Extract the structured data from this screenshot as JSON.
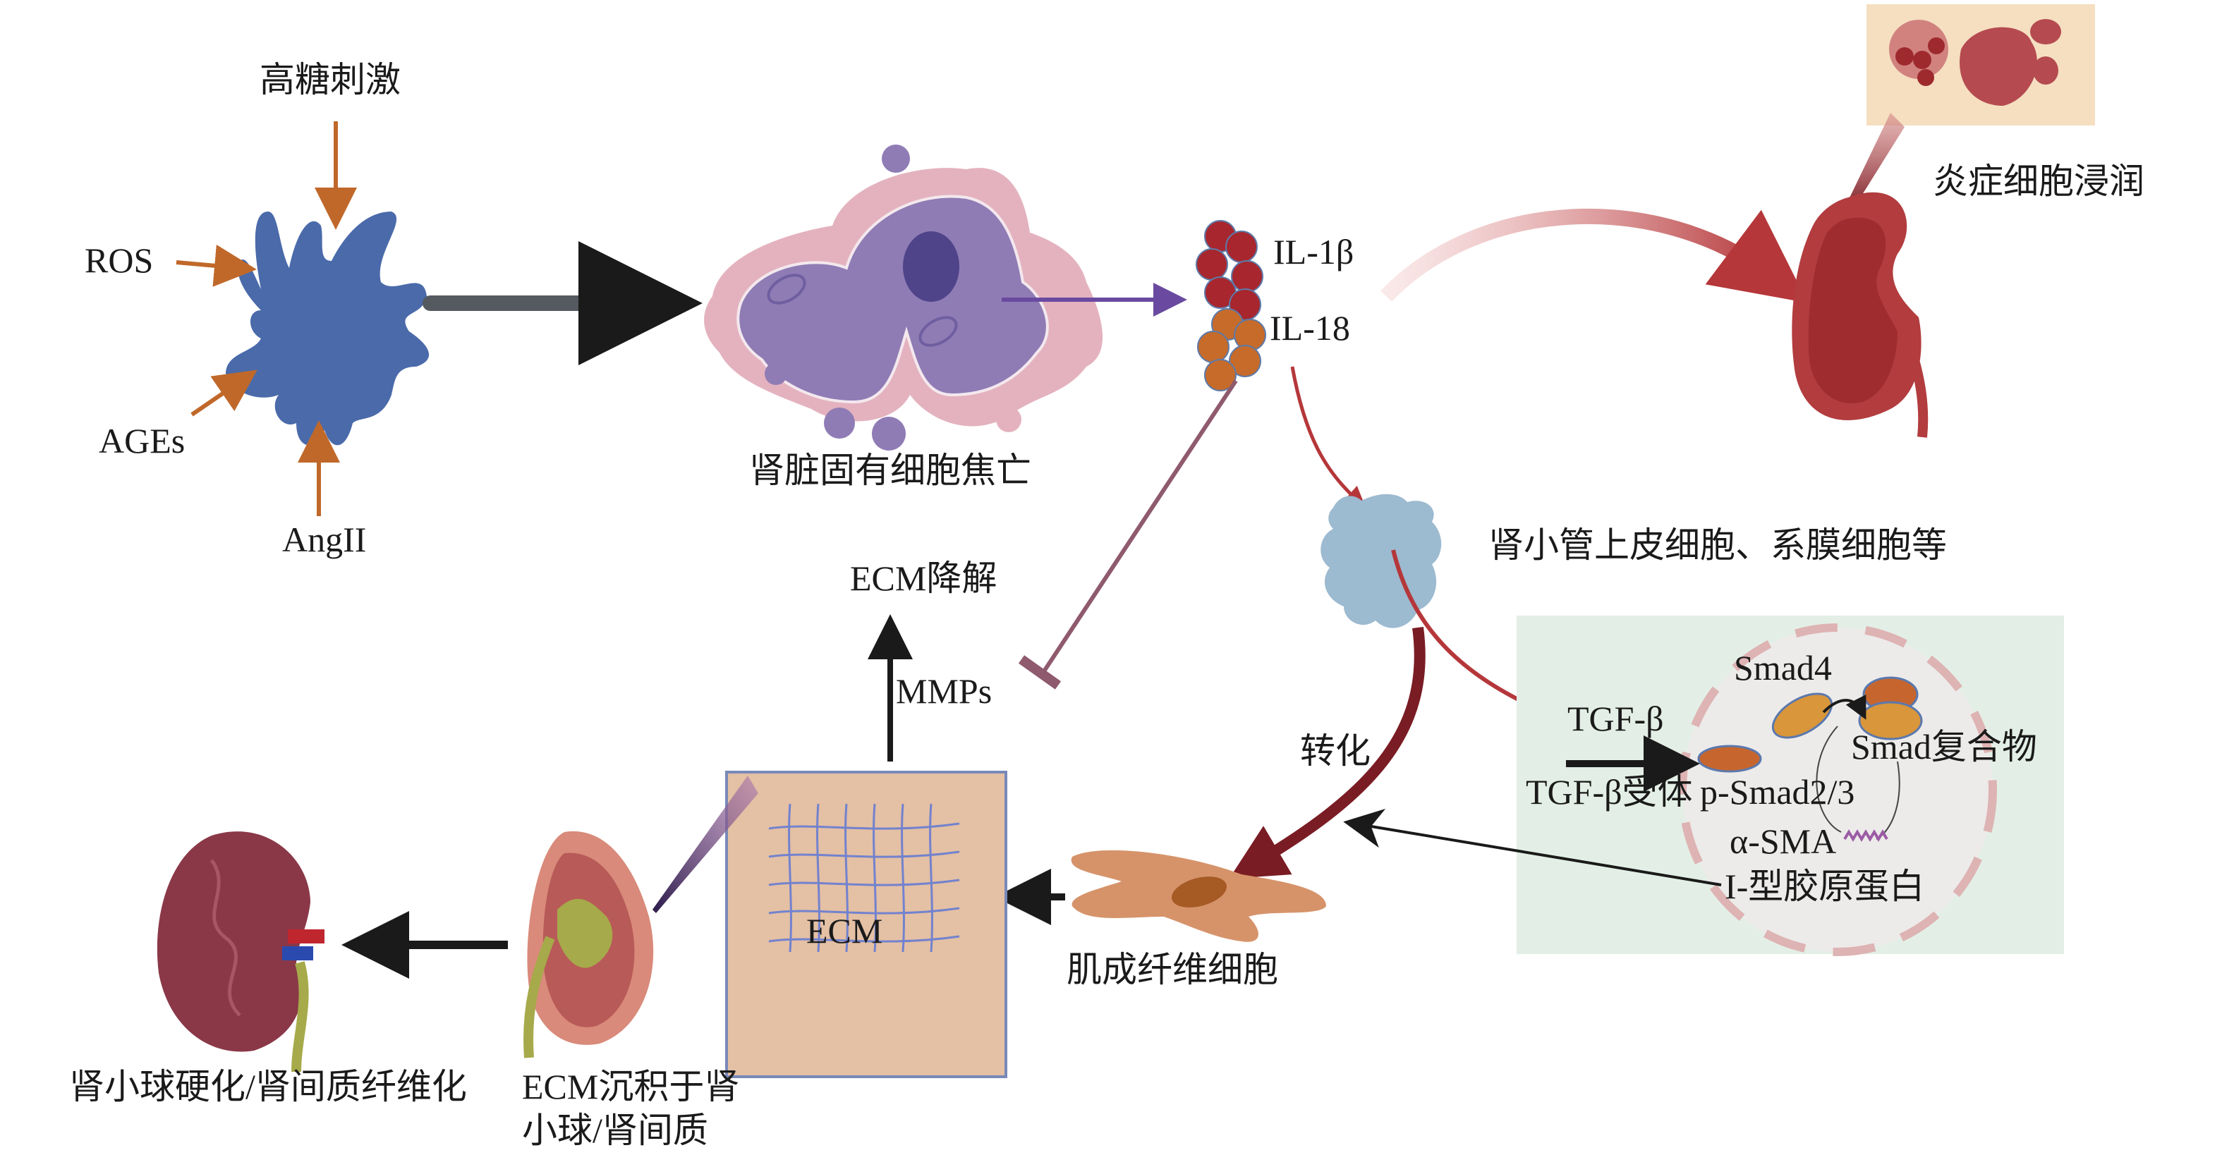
{
  "stimuli": {
    "high_glucose": "高糖刺激",
    "ros": "ROS",
    "ages": "AGEs",
    "angii": "AngII"
  },
  "pyroptosis": {
    "label": "肾脏固有细胞焦亡"
  },
  "cytokines": {
    "il1b": "IL-1β",
    "il18": "IL-18"
  },
  "inflammation": {
    "label": "炎症细胞浸润"
  },
  "target_cells": {
    "label": "肾小管上皮细胞、系膜细胞等"
  },
  "tgf_panel": {
    "tgf_beta": "TGF-β",
    "receptor": "TGF-β受体",
    "p_smad23": "p-Smad2/3",
    "smad4": "Smad4",
    "smad_complex": "Smad复合物",
    "alpha_sma": "α-SMA",
    "collagen_i": "I-型胶原蛋白"
  },
  "transformation": {
    "label": "转化"
  },
  "myofibroblast": {
    "label": "肌成纤维细胞"
  },
  "ecm": {
    "box_label": "ECM",
    "mmps": "MMPs",
    "degradation": "ECM降解"
  },
  "outcomes": {
    "deposition_line1": "ECM沉积于肾",
    "deposition_line2": "小球/肾间质",
    "fibrosis": "肾小球硬化/肾间质纤维化"
  },
  "colors": {
    "stimulus_arrow": "#c0682a",
    "stimulus_cell": "#4a6aaa",
    "pyroptosis_cell": "#8f7cb5",
    "pyroptosis_halo": "#e4b2bf",
    "il1b": "#a8262e",
    "il18": "#c66b2a",
    "inflammation_arrow": "#b5373a",
    "inhibit_line": "#8f5a6e",
    "target_cell": "#9cbad0",
    "tgf_panel_bg": "#e3efe6",
    "ecm_box": "#e4c0a4",
    "myofibroblast": "#d6936a",
    "transform_arrow": "#7a1c24"
  }
}
